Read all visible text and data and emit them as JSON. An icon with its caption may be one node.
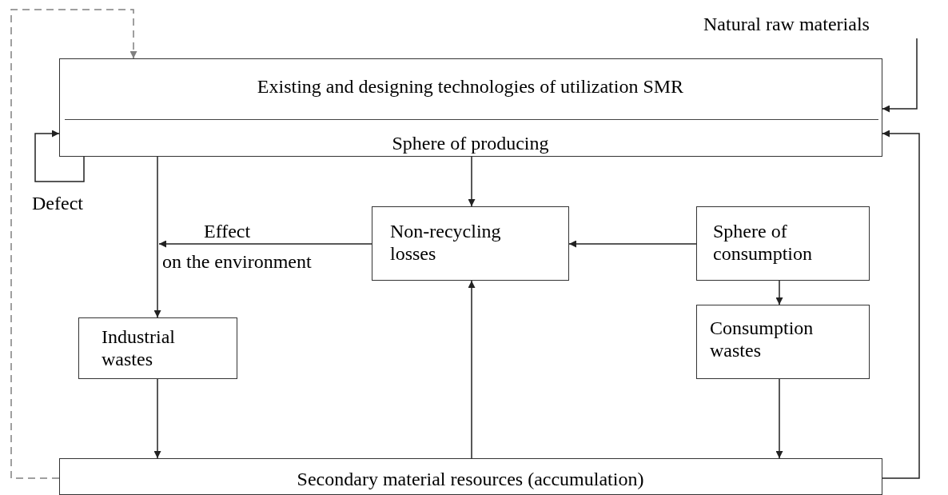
{
  "diagram": {
    "nodes": [
      {
        "text": [
          "Existing and designing technologies of utilization SMR",
          "Sphere of producing"
        ]
      },
      {
        "text": [
          "Natural raw materials"
        ]
      },
      {
        "text": [
          "Non-recycling losses"
        ]
      },
      {
        "text": [
          "Sphere of consumption"
        ]
      },
      {
        "text": [
          "Industrial wastes"
        ]
      },
      {
        "text": [
          "Consumption wastes"
        ]
      },
      {
        "text": [
          "Secondary material resources (accumulation)"
        ]
      }
    ],
    "edges": [
      {
        "from": 1,
        "to": 0,
        "arrow": "to"
      },
      {
        "from": 0,
        "to": 0,
        "arrow": "to",
        "label": "Defect"
      },
      {
        "from": 0,
        "to": 2,
        "arrow": "to"
      },
      {
        "from": 0,
        "to": 4,
        "arrow": "to"
      },
      {
        "from": 3,
        "to": 2,
        "arrow": "to"
      },
      {
        "from": 2,
        "to": null,
        "arrow": "to",
        "label": "Effect on the environment"
      },
      {
        "from": 3,
        "to": 5,
        "arrow": "to"
      },
      {
        "from": 4,
        "to": 6,
        "arrow": "to"
      },
      {
        "from": 5,
        "to": 6,
        "arrow": "to"
      },
      {
        "from": 6,
        "to": 2,
        "arrow": "to"
      },
      {
        "from": 6,
        "to": 0,
        "arrow": "to"
      },
      {
        "from": 6,
        "to": 0,
        "arrow": "to",
        "style": "dashed",
        "color": "#808080"
      }
    ]
  }
}
